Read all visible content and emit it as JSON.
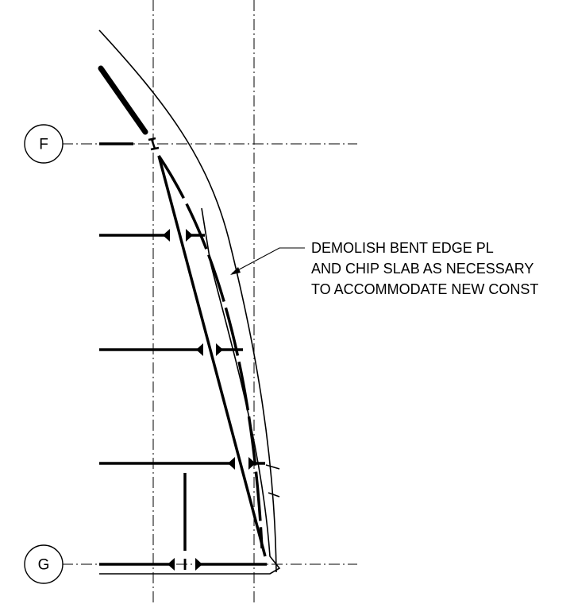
{
  "grid_bubbles": {
    "top": "F",
    "bottom": "G"
  },
  "note": {
    "line1": "DEMOLISH BENT EDGE PL",
    "line2": "AND CHIP SLAB AS NECESSARY",
    "line3": "TO ACCOMMODATE NEW CONST"
  },
  "section_marks": {
    "top": "I",
    "bottom": "I"
  }
}
